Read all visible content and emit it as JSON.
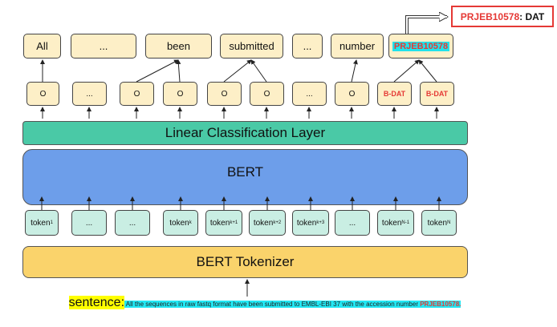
{
  "words": [
    "All",
    "...",
    "been",
    "submitted",
    "...",
    "number",
    "PRJEB10578"
  ],
  "labels": [
    "O",
    "...",
    "O",
    "O",
    "O",
    "O",
    "...",
    "O",
    "B-DAT",
    "B-DAT"
  ],
  "tokens": [
    {
      "base": "token",
      "sub": "1"
    },
    {
      "base": "...",
      "sub": ""
    },
    {
      "base": "...",
      "sub": ""
    },
    {
      "base": "token",
      "sub": "k"
    },
    {
      "base": "token",
      "sub": "k+1"
    },
    {
      "base": "token",
      "sub": "k+2"
    },
    {
      "base": "token",
      "sub": "k+3"
    },
    {
      "base": "...",
      "sub": ""
    },
    {
      "base": "token",
      "sub": "N-1"
    },
    {
      "base": "token",
      "sub": "N"
    }
  ],
  "layers": {
    "linear": "Linear Classification Layer",
    "bert": "BERT",
    "tokenizer": "BERT Tokenizer"
  },
  "result": {
    "id": "PRJEB10578",
    "sep": ": ",
    "tag": "DAT"
  },
  "sentence": {
    "label": "sentence:",
    "text": " All the sequences in raw fastq format have been submitted to EMBL-EBI 37 with the accession number ",
    "accession": "PRJEB10578."
  },
  "colors": {
    "word_fill": "#fdefc7",
    "token_fill": "#c9eee3",
    "linear_fill": "#4ac9a6",
    "bert_fill": "#6d9eea",
    "tokenizer_fill": "#fad36b",
    "entity_red": "#e53935",
    "highlight_cyan": "#21e8f4",
    "highlight_yellow": "#ffff00"
  }
}
